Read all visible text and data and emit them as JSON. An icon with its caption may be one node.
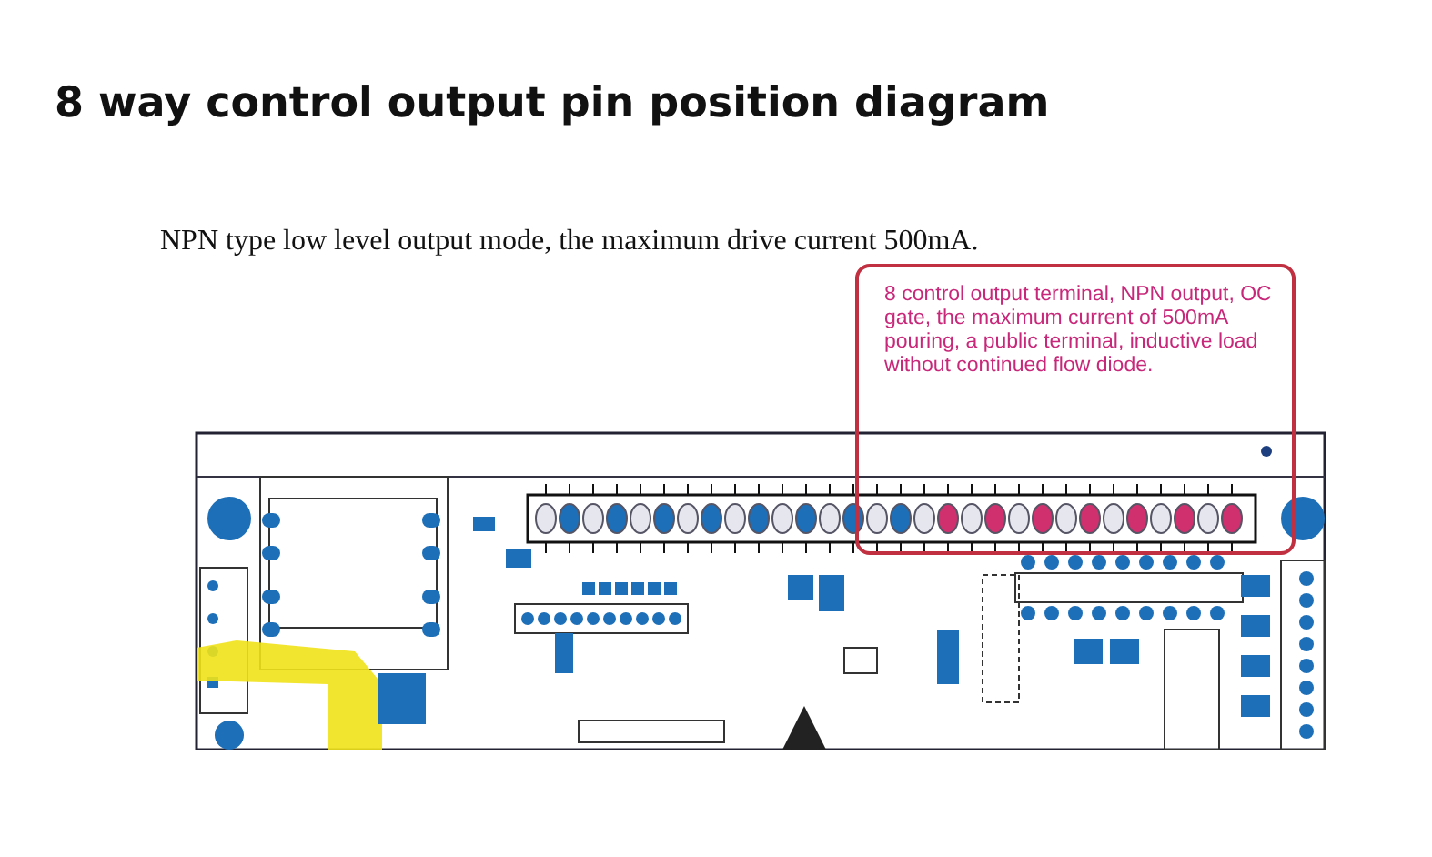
{
  "diagram": {
    "title": "8 way control output pin position diagram",
    "nodes": [
      {
        "text": [
          "8 control output terminal, NPN output, OC gate, the maximum current of 500mA pouring, a public terminal, inductive load without continued flow diode."
        ]
      }
    ],
    "labels": [
      "NPN type low level output mode, the maximum drive current 500mA."
    ]
  }
}
